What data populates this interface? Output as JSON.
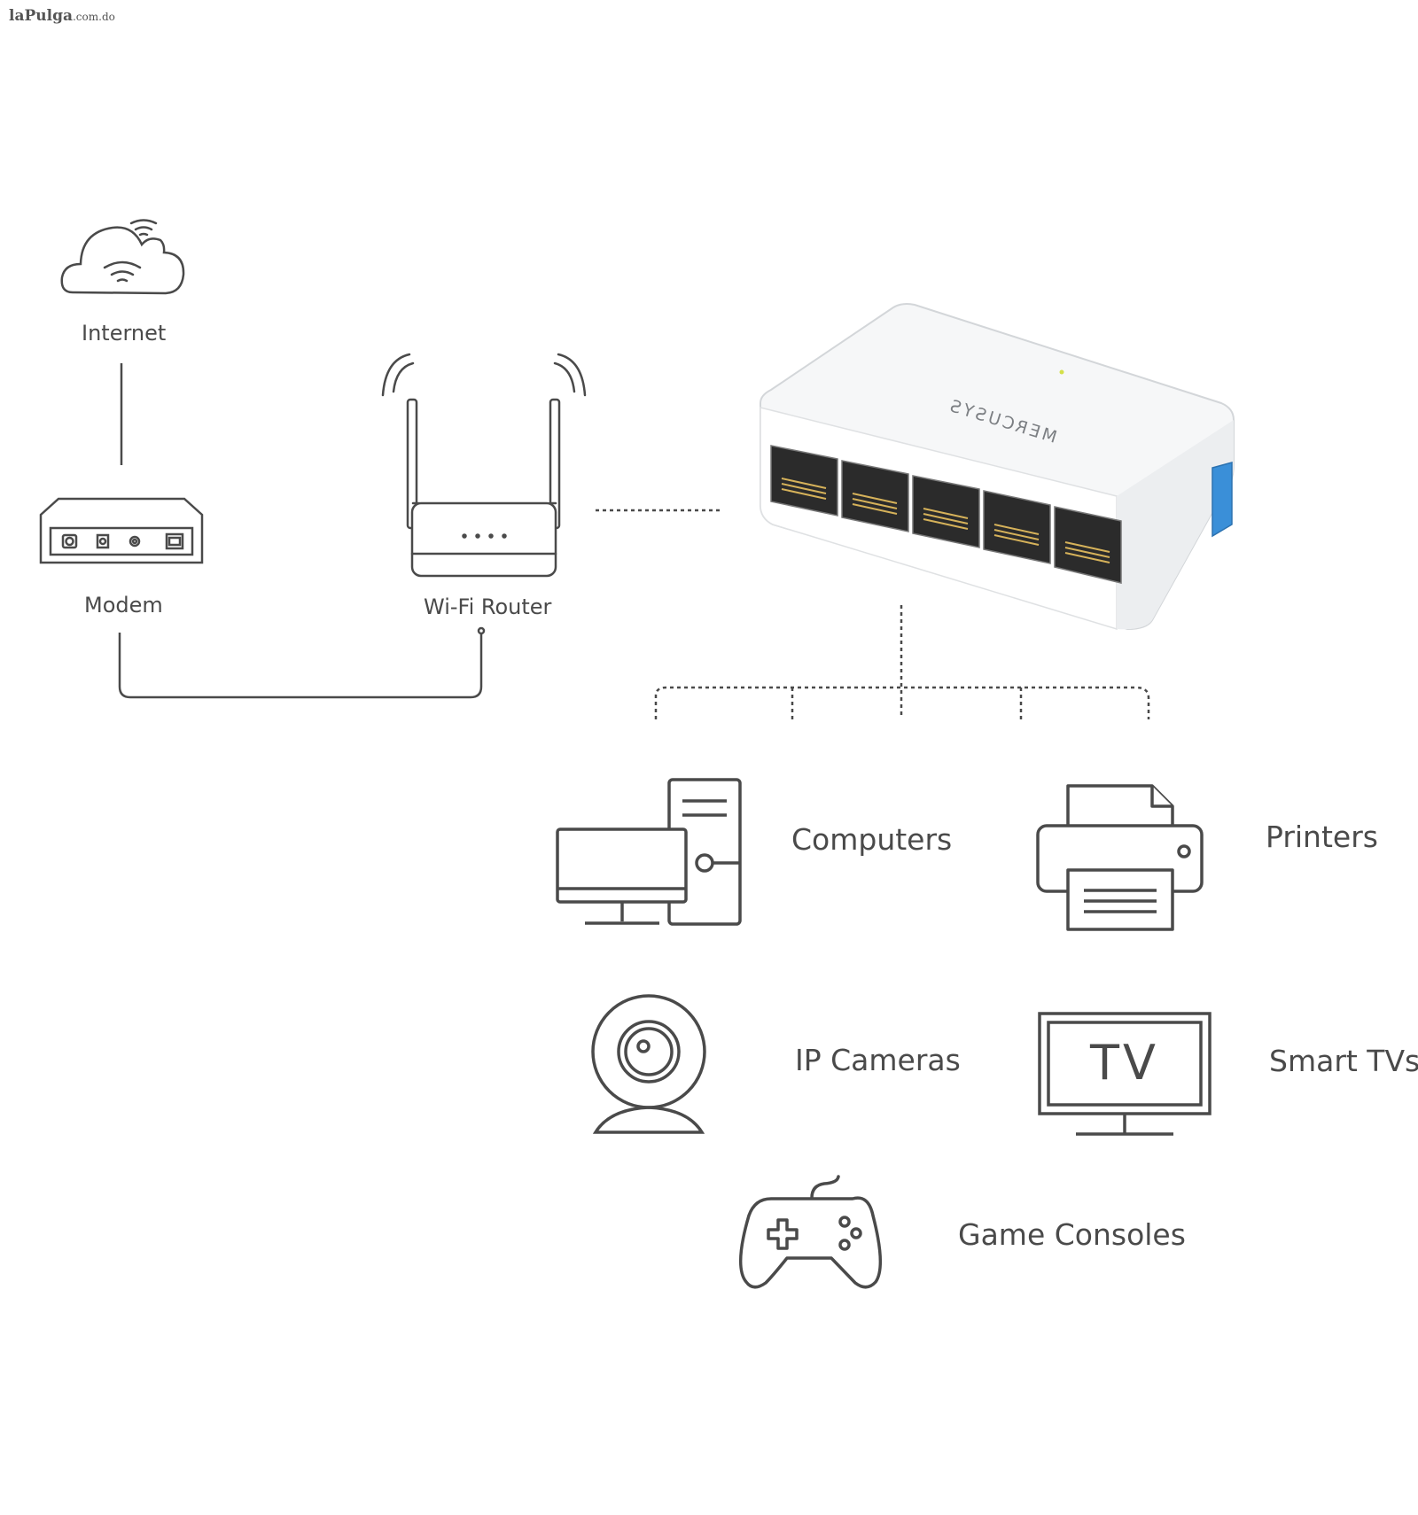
{
  "watermark": {
    "brand": "laPulga",
    "domain": ".com.do"
  },
  "nodes": {
    "internet": "Internet",
    "modem": "Modem",
    "router": "Wi-Fi Router",
    "switch_brand": "MERCUSYS"
  },
  "devices": {
    "computers": "Computers",
    "printers": "Printers",
    "ip_cameras": "IP Cameras",
    "smart_tvs": "Smart TVs",
    "tv_screen_text": "TV",
    "game_consoles": "Game Consoles"
  },
  "colors": {
    "line": "#4a4a4a",
    "switch_body": "#f6f7f8",
    "switch_accent": "#3a8fd8"
  },
  "icons": [
    "cloud-icon",
    "modem-icon",
    "router-icon",
    "switch-image",
    "computer-icon",
    "printer-icon",
    "webcam-icon",
    "tv-icon",
    "gamepad-icon"
  ]
}
